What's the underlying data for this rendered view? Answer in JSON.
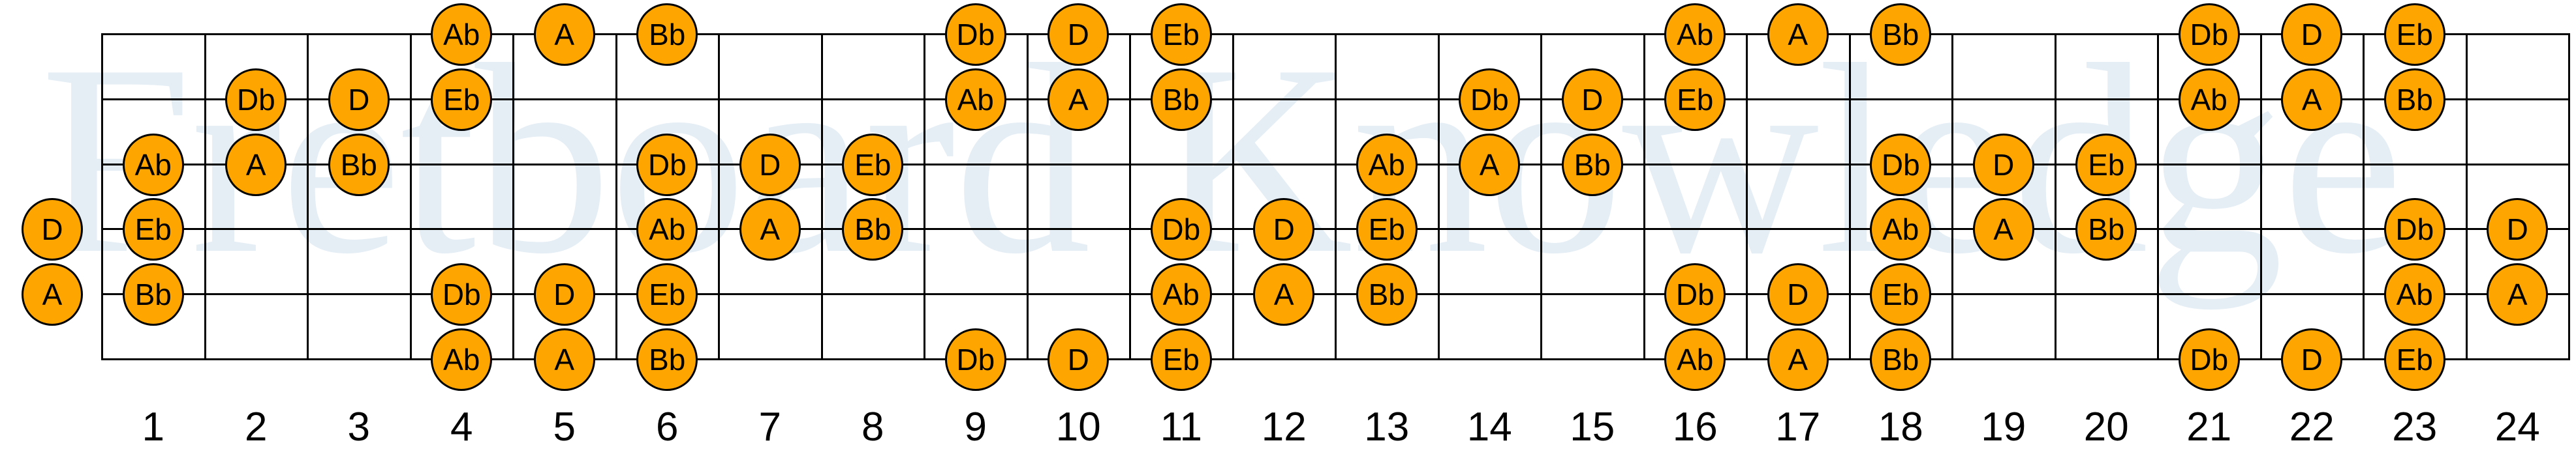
{
  "watermark": {
    "text": "Fretboard Knowledge",
    "color": "#E5EEF5"
  },
  "colors": {
    "note_fill": "#FFA500",
    "note_outline": "#000000",
    "grid": "#000000",
    "background": "#FFFFFF"
  },
  "fretboard": {
    "frets": 24,
    "strings": 6,
    "fret_numbers": [
      "1",
      "2",
      "3",
      "4",
      "5",
      "6",
      "7",
      "8",
      "9",
      "10",
      "11",
      "12",
      "13",
      "14",
      "15",
      "16",
      "17",
      "18",
      "19",
      "20",
      "21",
      "22",
      "23",
      "24"
    ]
  },
  "notes": [
    {
      "string": 0,
      "fret": 4,
      "label": "Ab"
    },
    {
      "string": 0,
      "fret": 5,
      "label": "A"
    },
    {
      "string": 0,
      "fret": 6,
      "label": "Bb"
    },
    {
      "string": 0,
      "fret": 9,
      "label": "Db"
    },
    {
      "string": 0,
      "fret": 10,
      "label": "D"
    },
    {
      "string": 0,
      "fret": 11,
      "label": "Eb"
    },
    {
      "string": 0,
      "fret": 16,
      "label": "Ab"
    },
    {
      "string": 0,
      "fret": 17,
      "label": "A"
    },
    {
      "string": 0,
      "fret": 18,
      "label": "Bb"
    },
    {
      "string": 0,
      "fret": 21,
      "label": "Db"
    },
    {
      "string": 0,
      "fret": 22,
      "label": "D"
    },
    {
      "string": 0,
      "fret": 23,
      "label": "Eb"
    },
    {
      "string": 1,
      "fret": 2,
      "label": "Db"
    },
    {
      "string": 1,
      "fret": 3,
      "label": "D"
    },
    {
      "string": 1,
      "fret": 4,
      "label": "Eb"
    },
    {
      "string": 1,
      "fret": 9,
      "label": "Ab"
    },
    {
      "string": 1,
      "fret": 10,
      "label": "A"
    },
    {
      "string": 1,
      "fret": 11,
      "label": "Bb"
    },
    {
      "string": 1,
      "fret": 14,
      "label": "Db"
    },
    {
      "string": 1,
      "fret": 15,
      "label": "D"
    },
    {
      "string": 1,
      "fret": 16,
      "label": "Eb"
    },
    {
      "string": 1,
      "fret": 21,
      "label": "Ab"
    },
    {
      "string": 1,
      "fret": 22,
      "label": "A"
    },
    {
      "string": 1,
      "fret": 23,
      "label": "Bb"
    },
    {
      "string": 2,
      "fret": 1,
      "label": "Ab"
    },
    {
      "string": 2,
      "fret": 2,
      "label": "A"
    },
    {
      "string": 2,
      "fret": 3,
      "label": "Bb"
    },
    {
      "string": 2,
      "fret": 6,
      "label": "Db"
    },
    {
      "string": 2,
      "fret": 7,
      "label": "D"
    },
    {
      "string": 2,
      "fret": 8,
      "label": "Eb"
    },
    {
      "string": 2,
      "fret": 13,
      "label": "Ab"
    },
    {
      "string": 2,
      "fret": 14,
      "label": "A"
    },
    {
      "string": 2,
      "fret": 15,
      "label": "Bb"
    },
    {
      "string": 2,
      "fret": 18,
      "label": "Db"
    },
    {
      "string": 2,
      "fret": 19,
      "label": "D"
    },
    {
      "string": 2,
      "fret": 20,
      "label": "Eb"
    },
    {
      "string": 3,
      "fret": 0,
      "label": "D"
    },
    {
      "string": 3,
      "fret": 1,
      "label": "Eb"
    },
    {
      "string": 3,
      "fret": 6,
      "label": "Ab"
    },
    {
      "string": 3,
      "fret": 7,
      "label": "A"
    },
    {
      "string": 3,
      "fret": 8,
      "label": "Bb"
    },
    {
      "string": 3,
      "fret": 11,
      "label": "Db"
    },
    {
      "string": 3,
      "fret": 12,
      "label": "D"
    },
    {
      "string": 3,
      "fret": 13,
      "label": "Eb"
    },
    {
      "string": 3,
      "fret": 18,
      "label": "Ab"
    },
    {
      "string": 3,
      "fret": 19,
      "label": "A"
    },
    {
      "string": 3,
      "fret": 20,
      "label": "Bb"
    },
    {
      "string": 3,
      "fret": 23,
      "label": "Db"
    },
    {
      "string": 3,
      "fret": 24,
      "label": "D"
    },
    {
      "string": 4,
      "fret": 0,
      "label": "A"
    },
    {
      "string": 4,
      "fret": 1,
      "label": "Bb"
    },
    {
      "string": 4,
      "fret": 4,
      "label": "Db"
    },
    {
      "string": 4,
      "fret": 5,
      "label": "D"
    },
    {
      "string": 4,
      "fret": 6,
      "label": "Eb"
    },
    {
      "string": 4,
      "fret": 11,
      "label": "Ab"
    },
    {
      "string": 4,
      "fret": 12,
      "label": "A"
    },
    {
      "string": 4,
      "fret": 13,
      "label": "Bb"
    },
    {
      "string": 4,
      "fret": 16,
      "label": "Db"
    },
    {
      "string": 4,
      "fret": 17,
      "label": "D"
    },
    {
      "string": 4,
      "fret": 18,
      "label": "Eb"
    },
    {
      "string": 4,
      "fret": 23,
      "label": "Ab"
    },
    {
      "string": 4,
      "fret": 24,
      "label": "A"
    },
    {
      "string": 5,
      "fret": 4,
      "label": "Ab"
    },
    {
      "string": 5,
      "fret": 5,
      "label": "A"
    },
    {
      "string": 5,
      "fret": 6,
      "label": "Bb"
    },
    {
      "string": 5,
      "fret": 9,
      "label": "Db"
    },
    {
      "string": 5,
      "fret": 10,
      "label": "D"
    },
    {
      "string": 5,
      "fret": 11,
      "label": "Eb"
    },
    {
      "string": 5,
      "fret": 16,
      "label": "Ab"
    },
    {
      "string": 5,
      "fret": 17,
      "label": "A"
    },
    {
      "string": 5,
      "fret": 18,
      "label": "Bb"
    },
    {
      "string": 5,
      "fret": 21,
      "label": "Db"
    },
    {
      "string": 5,
      "fret": 22,
      "label": "D"
    },
    {
      "string": 5,
      "fret": 23,
      "label": "Eb"
    }
  ]
}
